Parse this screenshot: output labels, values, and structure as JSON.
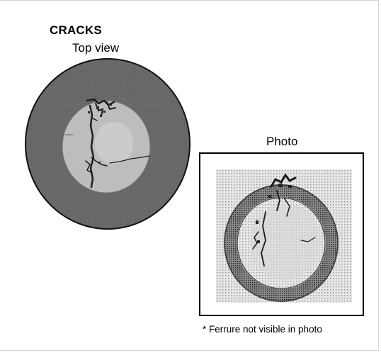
{
  "title": "CRACKS",
  "top_view_label": "Top view",
  "photo_label": "Photo",
  "footnote": "* Ferrure not visible in photo",
  "colors": {
    "outer_ring": "#6a6a6a",
    "inner_disc": "#bdbdbd",
    "center_spot": "#c9c9c9",
    "crack": "#1e1e1e"
  }
}
